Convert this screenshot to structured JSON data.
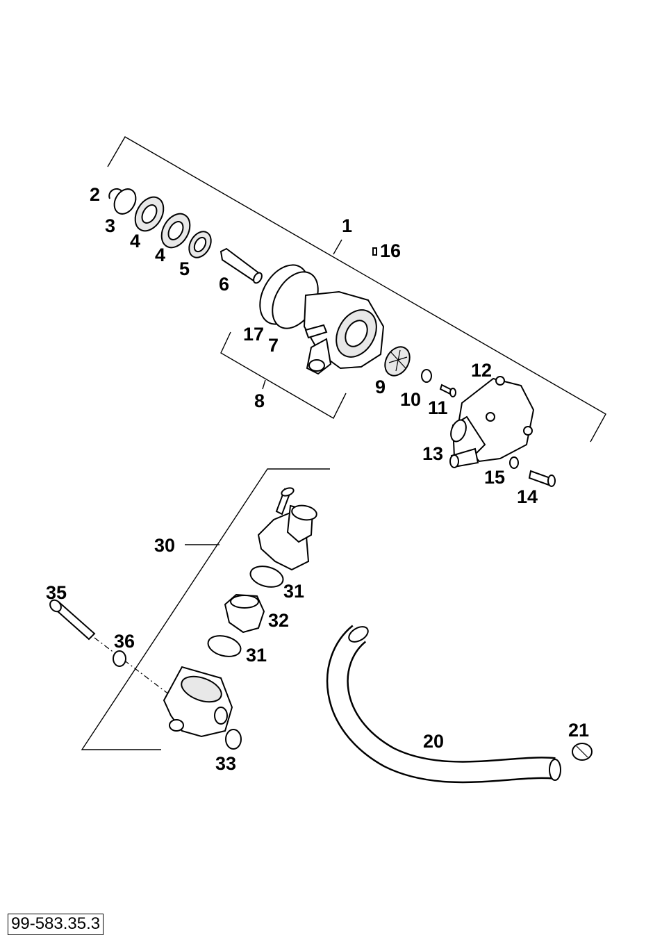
{
  "labels": {
    "p1": "1",
    "p2": "2",
    "p3": "3",
    "p4a": "4",
    "p4b": "4",
    "p5": "5",
    "p6": "6",
    "p7": "7",
    "p8": "8",
    "p9": "9",
    "p10": "10",
    "p11": "11",
    "p12": "12",
    "p13": "13",
    "p14": "14",
    "p15": "15",
    "p16": "16",
    "p17": "17",
    "p20": "20",
    "p21": "21",
    "p30": "30",
    "p31a": "31",
    "p31b": "31",
    "p32": "32",
    "p33": "33",
    "p35": "35",
    "p36": "36"
  },
  "reference_code": "99-583.35.3"
}
